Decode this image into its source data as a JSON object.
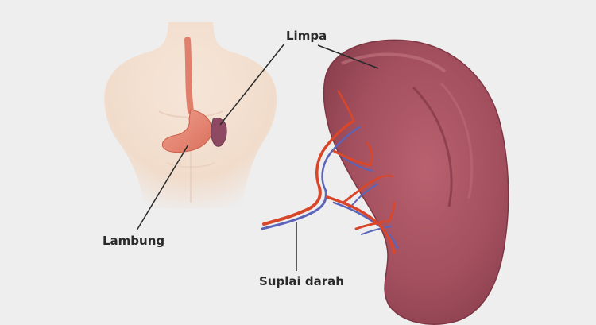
{
  "labels": {
    "spleen": "Limpa",
    "stomach": "Lambung",
    "blood_supply": "Suplai darah"
  },
  "colors": {
    "background": "#eeeeef",
    "skin": "#f1dccb",
    "spleen": "#a4505f",
    "artery": "#d9472b",
    "vein": "#5a64b8",
    "organ_small": "#e88b78",
    "leader_line": "#2a2a2a"
  }
}
